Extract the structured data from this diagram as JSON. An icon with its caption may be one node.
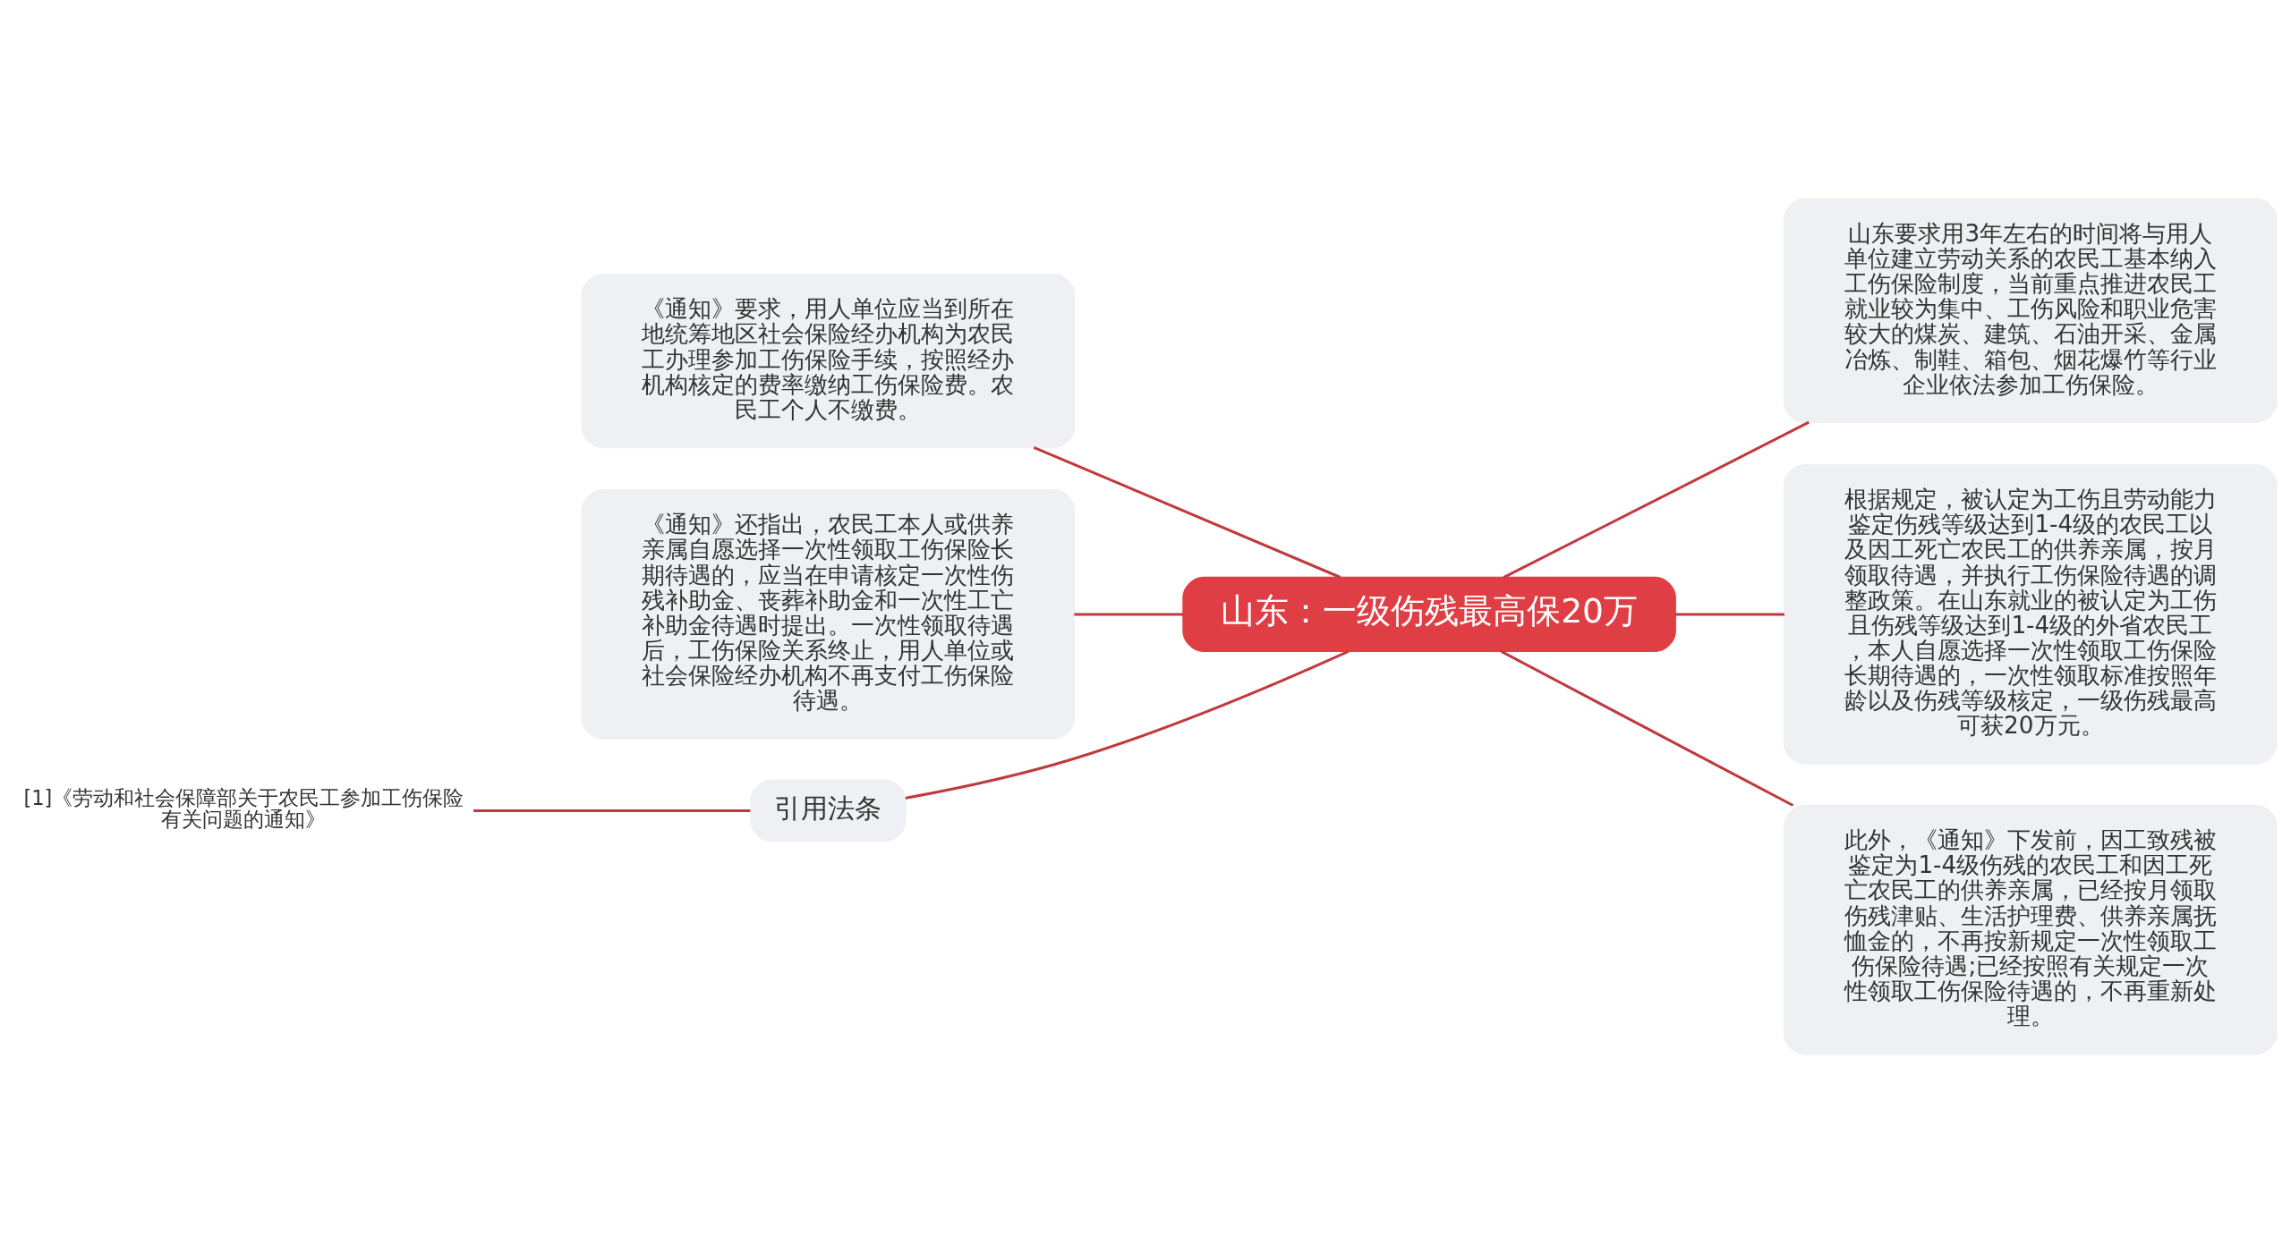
{
  "diagram": {
    "nodes": [
      {
        "text": [
          "山东：一级伤残最高保20万"
        ]
      },
      {
        "text": [
          "《通知》要求，用人单位应当到所在地统筹地区社会保险经办机构为农民工办理参加工伤保险手续，按照经办机构核定的费率缴纳工伤保险费。农民工个人不缴费。"
        ]
      },
      {
        "text": [
          "《通知》还指出，农民工本人或供养亲属自愿选择一次性领取工伤保险长期待遇的，应当在申请核定一次性伤残补助金、丧葬补助金和一次性工亡补助金待遇时提出。一次性领取待遇后，工伤保险关系终止，用人单位或社会保险经办机构不再支付工伤保险待遇。"
        ]
      },
      {
        "text": [
          "引用法条"
        ]
      },
      {
        "text": [
          "[1]《劳动和社会保障部关于农民工参加工伤保险有关问题的通知》"
        ]
      },
      {
        "text": [
          "山东要求用3年左右的时间将与用人单位建立劳动关系的农民工基本纳入工伤保险制度，当前重点推进农民工就业较为集中、工伤风险和职业危害较大的煤炭、建筑、石油开采、金属冶炼、制鞋、箱包、烟花爆竹等行业企业依法参加工伤保险。"
        ]
      },
      {
        "text": [
          "根据规定，被认定为工伤且劳动能力鉴定伤残等级达到1-4级的农民工以及因工死亡农民工的供养亲属，按月领取待遇，并执行工伤保险待遇的调整政策。在山东就业的被认定为工伤且伤残等级达到1-4级的外省农民工，本人自愿选择一次性领取工伤保险长期待遇的，一次性领取标准按照年龄以及伤残等级核定，一级伤残最高可获20万元。"
        ]
      },
      {
        "text": [
          "此外，《通知》下发前，因工致残被鉴定为1-4级伤残的农民工和因工死亡农民工的供养亲属，已经按月领取伤残津贴、生活护理费、供养亲属抚恤金的，不再按新规定一次性领取工伤保险待遇;已经按照有关规定一次性领取工伤保险待遇的，不再重新处理。"
        ]
      }
    ],
    "edges": [
      {
        "from": 1,
        "to": 0,
        "arrow": "none"
      },
      {
        "from": 2,
        "to": 0,
        "arrow": "none"
      },
      {
        "from": 3,
        "to": 0,
        "arrow": "none"
      },
      {
        "from": 4,
        "to": 3,
        "arrow": "none"
      },
      {
        "from": 0,
        "to": 5,
        "arrow": "none"
      },
      {
        "from": 0,
        "to": 6,
        "arrow": "none"
      },
      {
        "from": 0,
        "to": 7,
        "arrow": "none"
      }
    ]
  }
}
